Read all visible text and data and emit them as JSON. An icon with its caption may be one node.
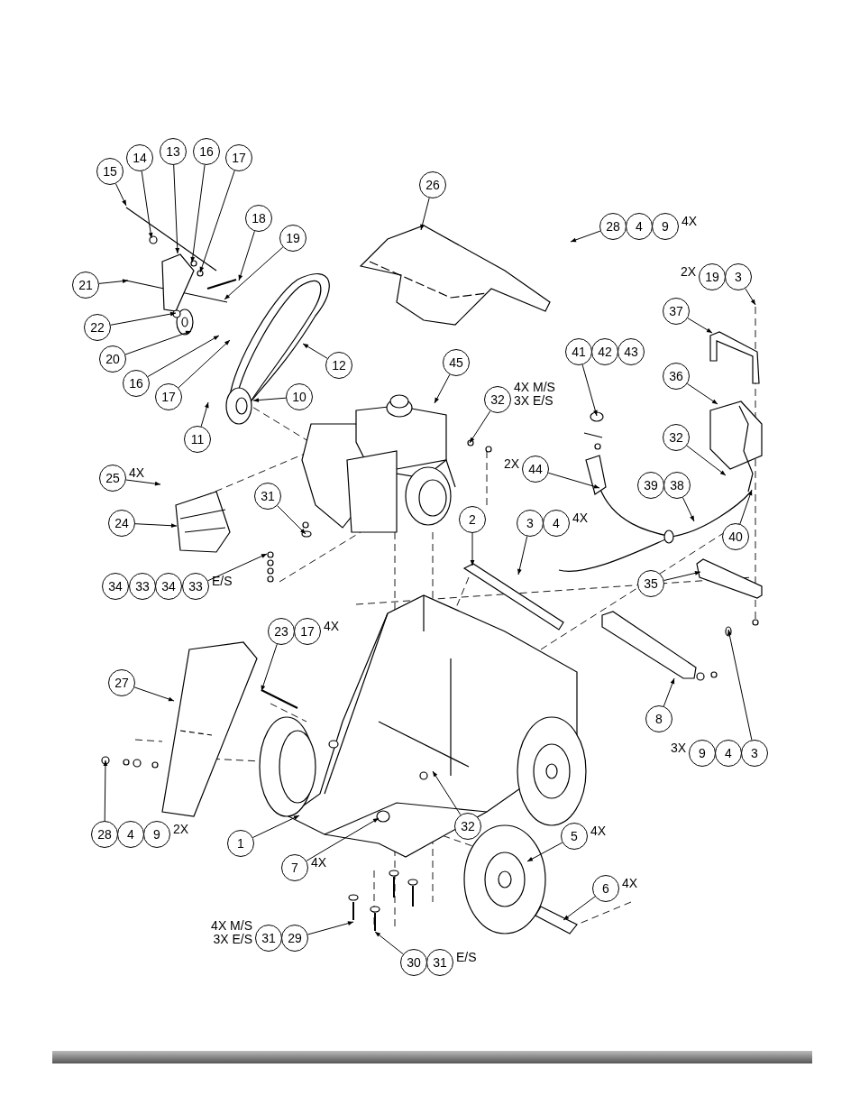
{
  "diagram": {
    "nodes": [
      {
        "text": [
          "15"
        ]
      },
      {
        "text": [
          "14"
        ]
      },
      {
        "text": [
          "13"
        ]
      },
      {
        "text": [
          "16"
        ]
      },
      {
        "text": [
          "17"
        ]
      },
      {
        "text": [
          "18"
        ]
      },
      {
        "text": [
          "19"
        ]
      },
      {
        "text": [
          "21"
        ]
      },
      {
        "text": [
          "22"
        ]
      },
      {
        "text": [
          "20"
        ]
      },
      {
        "text": [
          "16"
        ]
      },
      {
        "text": [
          "17"
        ]
      },
      {
        "text": [
          "11"
        ]
      },
      {
        "text": [
          "12"
        ]
      },
      {
        "text": [
          "10"
        ]
      },
      {
        "text": [
          "26"
        ]
      },
      {
        "text": [
          "28"
        ]
      },
      {
        "text": [
          "4"
        ]
      },
      {
        "text": [
          "9"
        ],
        "beside": [
          "4X"
        ]
      },
      {
        "text": [
          "19"
        ],
        "beside": [
          "2X"
        ]
      },
      {
        "text": [
          "3"
        ]
      },
      {
        "text": [
          "37"
        ]
      },
      {
        "text": [
          "45"
        ]
      },
      {
        "text": [
          "41"
        ]
      },
      {
        "text": [
          "42"
        ]
      },
      {
        "text": [
          "43"
        ]
      },
      {
        "text": [
          "32"
        ],
        "beside": [
          "4X M/S 3X E/S"
        ]
      },
      {
        "text": [
          "36"
        ]
      },
      {
        "text": [
          "32"
        ]
      },
      {
        "text": [
          "44"
        ],
        "beside": [
          "2X"
        ]
      },
      {
        "text": [
          "39"
        ]
      },
      {
        "text": [
          "38"
        ]
      },
      {
        "text": [
          "40"
        ]
      },
      {
        "text": [
          "25"
        ],
        "beside": [
          "4X"
        ]
      },
      {
        "text": [
          "24"
        ]
      },
      {
        "text": [
          "31"
        ]
      },
      {
        "text": [
          "34"
        ]
      },
      {
        "text": [
          "33"
        ]
      },
      {
        "text": [
          "34"
        ]
      },
      {
        "text": [
          "33"
        ],
        "beside": [
          "E/S"
        ]
      },
      {
        "text": [
          "2"
        ]
      },
      {
        "text": [
          "3"
        ]
      },
      {
        "text": [
          "4"
        ],
        "beside": [
          "4X"
        ]
      },
      {
        "text": [
          "35"
        ]
      },
      {
        "text": [
          "23"
        ]
      },
      {
        "text": [
          "17"
        ],
        "beside": [
          "4X"
        ]
      },
      {
        "text": [
          "27"
        ]
      },
      {
        "text": [
          "28"
        ]
      },
      {
        "text": [
          "4"
        ]
      },
      {
        "text": [
          "9"
        ],
        "beside": [
          "2X"
        ]
      },
      {
        "text": [
          "8"
        ]
      },
      {
        "text": [
          "9"
        ],
        "beside": [
          "3X"
        ]
      },
      {
        "text": [
          "4"
        ]
      },
      {
        "text": [
          "3"
        ]
      },
      {
        "text": [
          "1"
        ]
      },
      {
        "text": [
          "7"
        ],
        "beside": [
          "4X"
        ]
      },
      {
        "text": [
          "32"
        ]
      },
      {
        "text": [
          "5"
        ],
        "beside": [
          "4X"
        ]
      },
      {
        "text": [
          "6"
        ],
        "beside": [
          "4X"
        ]
      },
      {
        "text": [
          "31"
        ],
        "beside": [
          "4X M/S 3X E/S"
        ]
      },
      {
        "text": [
          "29"
        ]
      },
      {
        "text": [
          "30"
        ]
      },
      {
        "text": [
          "31"
        ],
        "beside": [
          "E/S"
        ]
      }
    ],
    "edges": [
      {
        "from": 0,
        "to": null,
        "arrow": "to"
      },
      {
        "from": 1,
        "to": null,
        "arrow": "to"
      },
      {
        "from": 2,
        "to": null,
        "arrow": "to"
      },
      {
        "from": 3,
        "to": null,
        "arrow": "to"
      },
      {
        "from": 4,
        "to": null,
        "arrow": "to"
      },
      {
        "from": 5,
        "to": null,
        "arrow": "to"
      },
      {
        "from": 6,
        "to": null,
        "arrow": "to"
      },
      {
        "from": 7,
        "to": null,
        "arrow": "to"
      },
      {
        "from": 8,
        "to": null,
        "arrow": "to"
      },
      {
        "from": 9,
        "to": null,
        "arrow": "to"
      },
      {
        "from": 10,
        "to": null,
        "arrow": "to"
      },
      {
        "from": 11,
        "to": null,
        "arrow": "to"
      },
      {
        "from": 12,
        "to": null,
        "arrow": "to"
      },
      {
        "from": 13,
        "to": null,
        "arrow": "to"
      },
      {
        "from": 14,
        "to": null,
        "arrow": "to"
      },
      {
        "from": 15,
        "to": null,
        "arrow": "to"
      },
      {
        "from": 16,
        "to": null,
        "arrow": "to"
      },
      {
        "from": 20,
        "to": null,
        "arrow": "to"
      },
      {
        "from": 21,
        "to": null,
        "arrow": "to"
      },
      {
        "from": 22,
        "to": null,
        "arrow": "to"
      },
      {
        "from": 23,
        "to": null,
        "arrow": "to"
      },
      {
        "from": 26,
        "to": null,
        "arrow": "to"
      },
      {
        "from": 27,
        "to": null,
        "arrow": "to"
      },
      {
        "from": 28,
        "to": null,
        "arrow": "to"
      },
      {
        "from": 29,
        "to": null,
        "arrow": "to"
      },
      {
        "from": 31,
        "to": null,
        "arrow": "to"
      },
      {
        "from": 32,
        "to": null,
        "arrow": "to"
      },
      {
        "from": 33,
        "to": null,
        "arrow": "to"
      },
      {
        "from": 34,
        "to": null,
        "arrow": "to"
      },
      {
        "from": 35,
        "to": null,
        "arrow": "to"
      },
      {
        "from": 39,
        "to": null,
        "arrow": "to"
      },
      {
        "from": 40,
        "to": null,
        "arrow": "to"
      },
      {
        "from": 41,
        "to": null,
        "arrow": "to"
      },
      {
        "from": 43,
        "to": null,
        "arrow": "to"
      },
      {
        "from": 44,
        "to": null,
        "arrow": "to"
      },
      {
        "from": 46,
        "to": null,
        "arrow": "to"
      },
      {
        "from": 47,
        "to": null,
        "arrow": "to"
      },
      {
        "from": 50,
        "to": null,
        "arrow": "to"
      },
      {
        "from": 53,
        "to": null,
        "arrow": "to"
      },
      {
        "from": 54,
        "to": null,
        "arrow": "to"
      },
      {
        "from": 55,
        "to": null,
        "arrow": "to"
      },
      {
        "from": 56,
        "to": null,
        "arrow": "to"
      },
      {
        "from": 57,
        "to": null,
        "arrow": "to"
      },
      {
        "from": 58,
        "to": null,
        "arrow": "to"
      },
      {
        "from": 60,
        "to": null,
        "arrow": "to"
      },
      {
        "from": 61,
        "to": null,
        "arrow": "to"
      }
    ]
  }
}
